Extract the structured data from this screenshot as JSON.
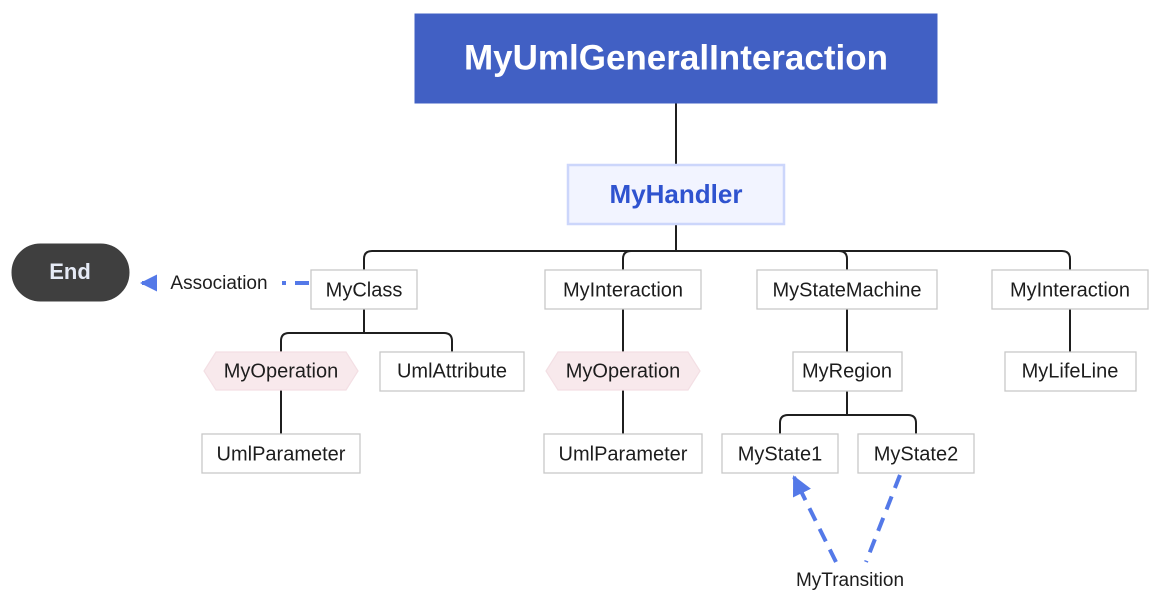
{
  "diagram": {
    "kind": "uml-class-hierarchy-tree",
    "title_node": {
      "label": "MyUmlGeneralInteraction",
      "shape": "rectangle",
      "fill": "#4160c4",
      "text_color": "#ffffff"
    },
    "handler_node": {
      "label": "MyHandler",
      "shape": "rectangle",
      "fill": "#f2f4ff",
      "border": "#ccd6fb",
      "text_color": "#2f53cf"
    },
    "end_node": {
      "label": "End",
      "shape": "stadium",
      "fill": "#3f3f3f",
      "text_color": "#e6ebf6"
    },
    "relationship_labels": {
      "association": "Association",
      "transition": "MyTransition"
    },
    "relationship_color": "#5479e8",
    "edge_color": "#1f1f1f",
    "hexagon_fill": "#f8e9ec",
    "node_fill": "#ffffff",
    "node_border": "#c8c8c8",
    "nodes": [
      {
        "id": "myclass",
        "label": "MyClass",
        "shape": "rectangle"
      },
      {
        "id": "myinteraction1",
        "label": "MyInteraction",
        "shape": "rectangle"
      },
      {
        "id": "mystatemachine",
        "label": "MyStateMachine",
        "shape": "rectangle"
      },
      {
        "id": "myinteraction2",
        "label": "MyInteraction",
        "shape": "rectangle"
      },
      {
        "id": "myoperation1",
        "label": "MyOperation",
        "shape": "hexagon"
      },
      {
        "id": "umlattribute",
        "label": "UmlAttribute",
        "shape": "rectangle"
      },
      {
        "id": "myoperation2",
        "label": "MyOperation",
        "shape": "hexagon"
      },
      {
        "id": "myregion",
        "label": "MyRegion",
        "shape": "rectangle"
      },
      {
        "id": "mylifeline",
        "label": "MyLifeLine",
        "shape": "rectangle"
      },
      {
        "id": "umlparameter1",
        "label": "UmlParameter",
        "shape": "rectangle"
      },
      {
        "id": "umlparameter2",
        "label": "UmlParameter",
        "shape": "rectangle"
      },
      {
        "id": "mystate1",
        "label": "MyState1",
        "shape": "rectangle"
      },
      {
        "id": "mystate2",
        "label": "MyState2",
        "shape": "rectangle"
      }
    ]
  }
}
